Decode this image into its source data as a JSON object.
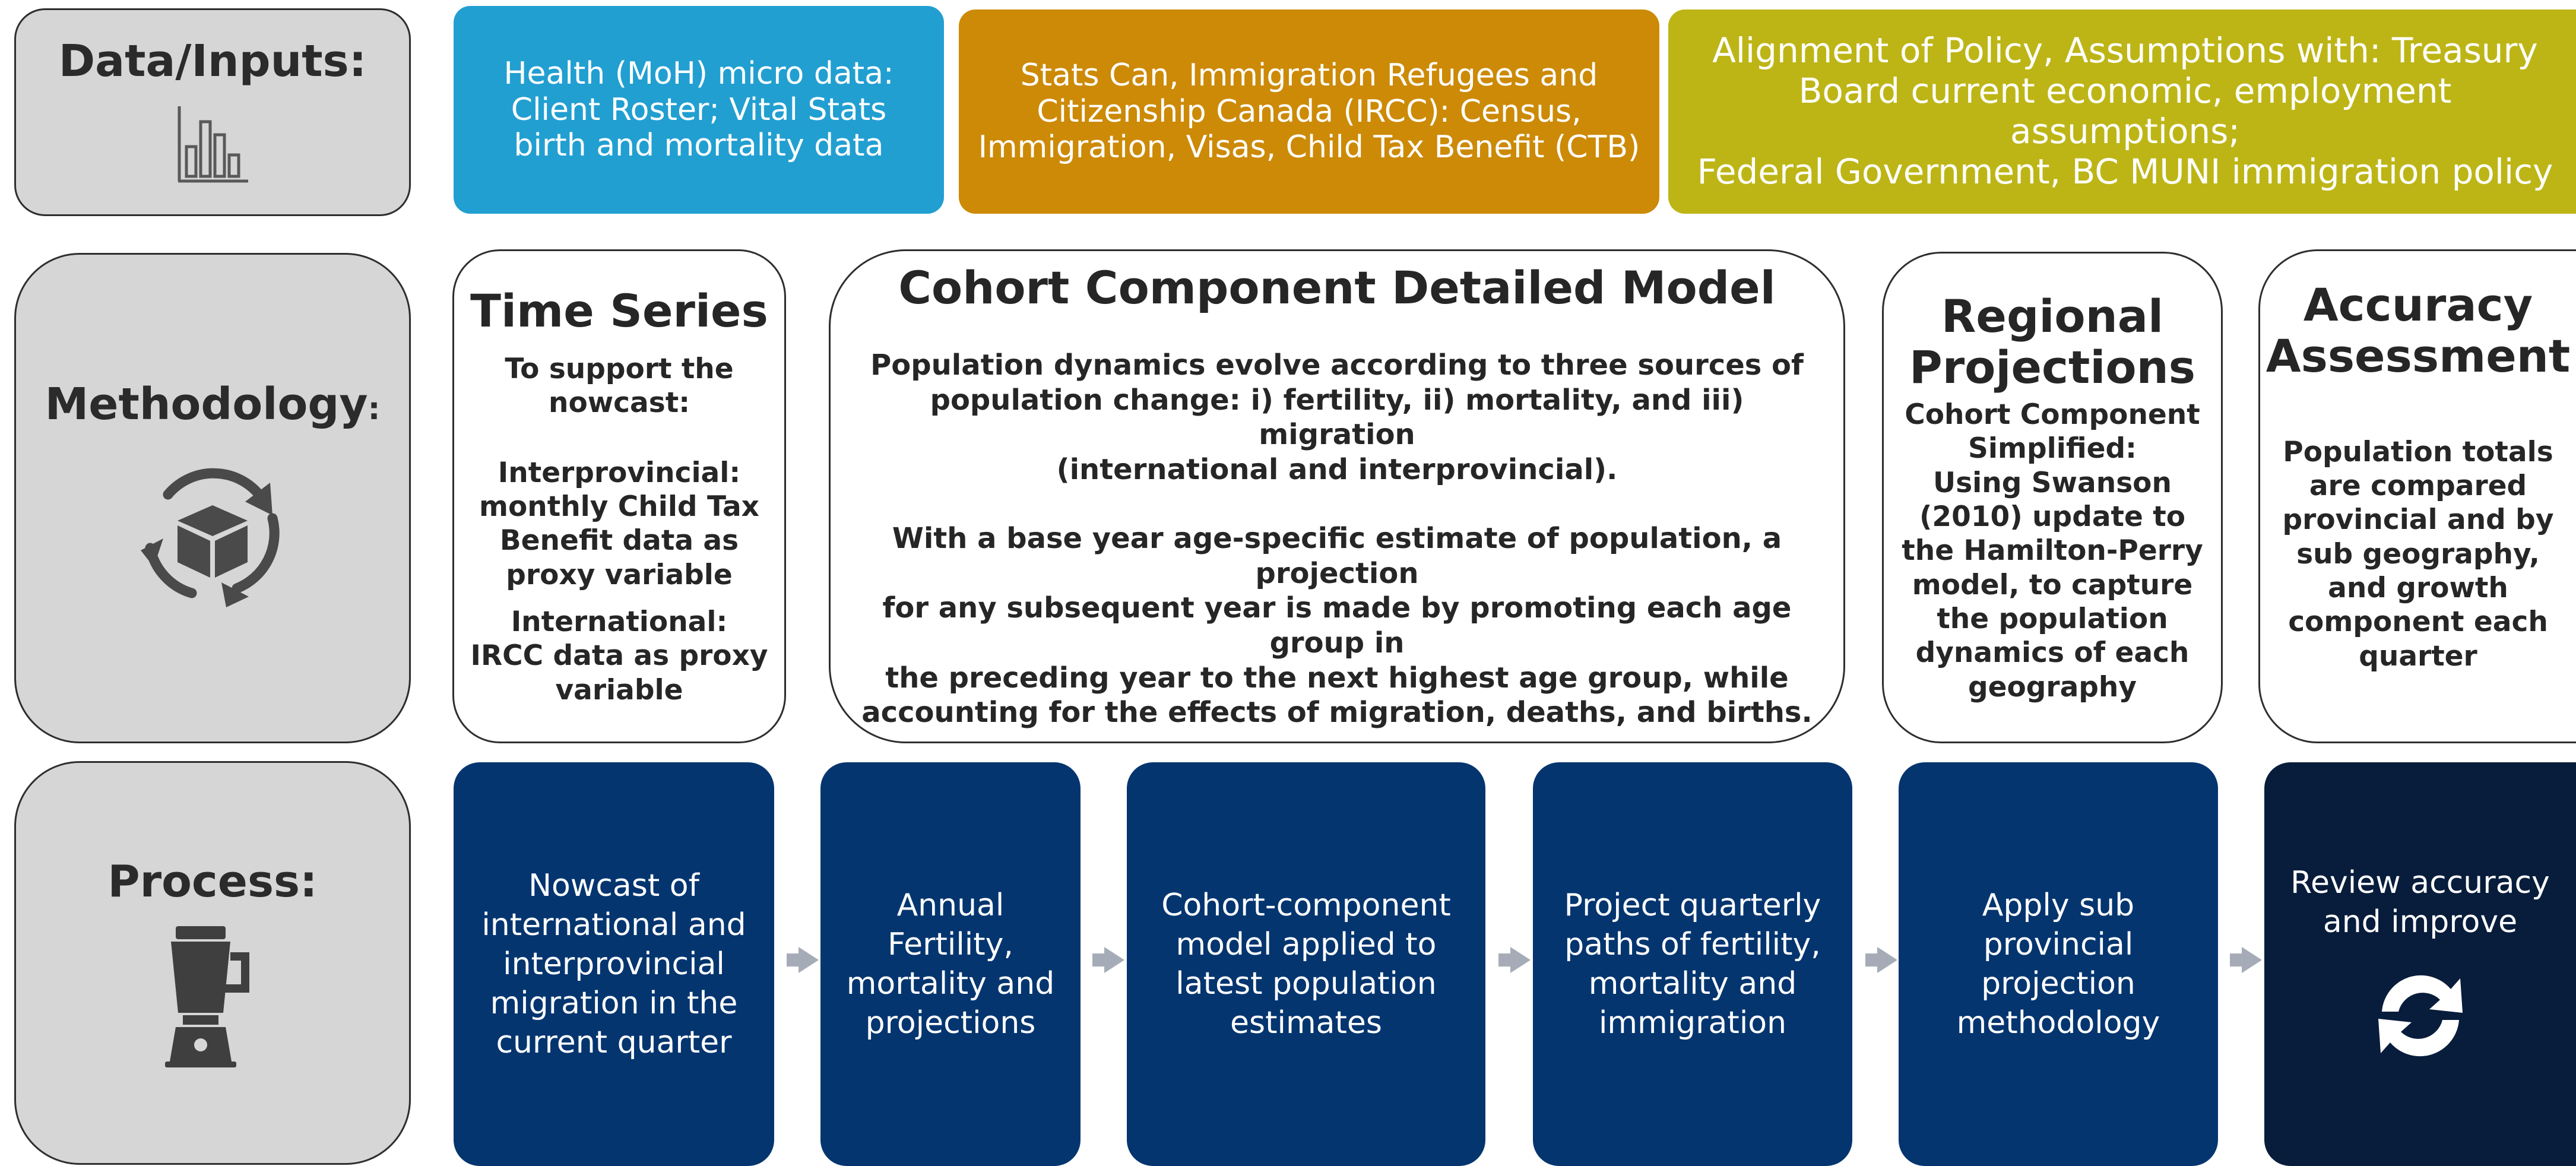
{
  "colors": {
    "label_bg": "#d6d6d6",
    "health": "#229fd1",
    "statscan": "#cc8a07",
    "alignment": "#bdb516",
    "process": "#04356f",
    "process_final": "#081c3b",
    "arrow": "#a6acb7"
  },
  "rows": {
    "data_inputs": {
      "label": "Data/Inputs:",
      "icon": "bar-chart-icon"
    },
    "methodology": {
      "label_main": "Methodology",
      "label_colon": ":",
      "icon": "cycle-box-icon"
    },
    "process": {
      "label": "Process:",
      "icon": "blender-icon"
    }
  },
  "inputs": {
    "health": [
      "Health (MoH) micro data:",
      "Client Roster; Vital Stats",
      "birth and mortality data"
    ],
    "statscan": [
      "Stats Can, Immigration Refugees and",
      "Citizenship Canada (IRCC): Census,",
      "Immigration, Visas, Child Tax Benefit (CTB)"
    ],
    "alignment": [
      "Alignment of Policy, Assumptions with: Treasury",
      "Board current economic, employment assumptions;",
      "Federal Government, BC MUNI immigration policy"
    ]
  },
  "methods": {
    "time_series": {
      "title": "Time Series",
      "support": [
        "To support the",
        "nowcast:"
      ],
      "interprovincial": [
        "Interprovincial:",
        "monthly Child Tax",
        "Benefit data as",
        "proxy variable"
      ],
      "international": [
        "International:",
        "IRCC data as proxy",
        "variable"
      ]
    },
    "cohort": {
      "title": "Cohort Component Detailed Model",
      "para1": [
        "Population dynamics evolve according to three  sources of",
        "population change: i) fertility, ii) mortality, and iii) migration",
        "(international and interprovincial)."
      ],
      "para2": [
        "With a base year age-specific estimate of population, a projection",
        "for any subsequent year is made by promoting each age group in",
        "the preceding year to the next highest age group, while",
        "accounting for the effects of migration, deaths, and births."
      ]
    },
    "regional": {
      "title": [
        "Regional",
        "Projections"
      ],
      "body": [
        "Cohort Component",
        "Simplified:",
        "Using Swanson",
        "(2010) update to",
        "the Hamilton-Perry",
        "model, to capture",
        "the population",
        "dynamics of each",
        "geography"
      ]
    },
    "accuracy": {
      "title": [
        "Accuracy",
        "Assessment"
      ],
      "body": [
        "Population totals",
        "are compared",
        "provincial and by",
        "sub geography,",
        "and growth",
        "component each",
        "quarter"
      ]
    }
  },
  "process_steps": [
    {
      "lines": [
        "Nowcast of",
        "international and",
        "interprovincial",
        "migration in the",
        "current quarter"
      ]
    },
    {
      "lines": [
        "Annual",
        "Fertility,",
        "mortality and",
        "projections"
      ]
    },
    {
      "lines": [
        "Cohort-component",
        "model applied to",
        "latest population",
        "estimates"
      ]
    },
    {
      "lines": [
        "Project quarterly",
        "paths of fertility,",
        "mortality and",
        "immigration"
      ]
    },
    {
      "lines": [
        "Apply sub",
        "provincial",
        "projection",
        "methodology"
      ]
    },
    {
      "lines": [
        "Review accuracy",
        "and improve"
      ],
      "icon": "refresh-icon"
    }
  ]
}
